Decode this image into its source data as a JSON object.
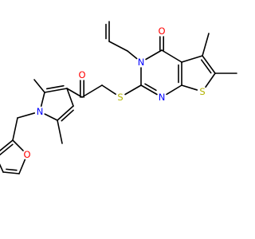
{
  "molecule": {
    "colors": {
      "bond": "#000000",
      "oxygen": "#ff0000",
      "nitrogen": "#0000ff",
      "sulfur": "#b2b200"
    },
    "atom_labels": [
      {
        "id": "o-ketone-ring",
        "text": "O",
        "element": "oxygen"
      },
      {
        "id": "n-allyl",
        "text": "N",
        "element": "nitrogen"
      },
      {
        "id": "n-ring",
        "text": "N",
        "element": "nitrogen"
      },
      {
        "id": "s-thiophene",
        "text": "S",
        "element": "sulfur"
      },
      {
        "id": "s-thioether",
        "text": "S",
        "element": "sulfur"
      },
      {
        "id": "o-ketone-chain",
        "text": "O",
        "element": "oxygen"
      },
      {
        "id": "n-pyrrole",
        "text": "N",
        "element": "nitrogen"
      },
      {
        "id": "o-furan",
        "text": "O",
        "element": "oxygen"
      }
    ]
  }
}
